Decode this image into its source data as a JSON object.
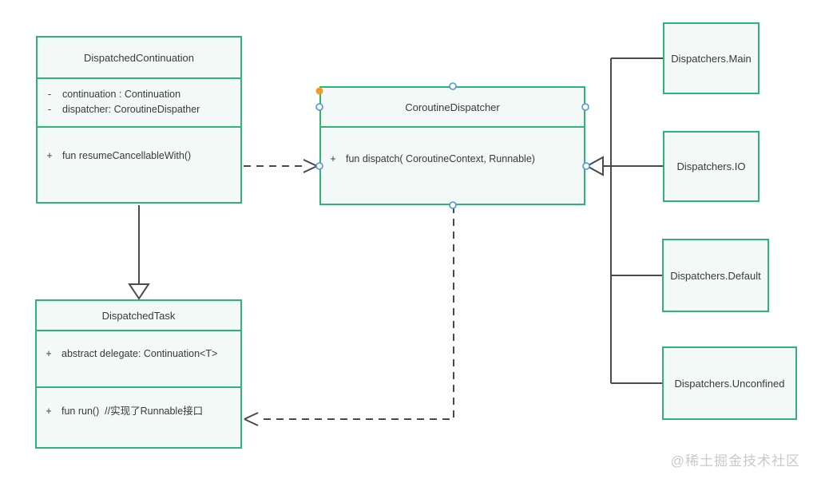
{
  "colors": {
    "box_border": "#2eb476",
    "box_fill": "#f2f9f6",
    "connector": "#4a4a4a",
    "selection_handle_ring": "#4f94d8",
    "selection_dot": "#f59a23",
    "text": "#3a3a3a",
    "watermark": "#c9c9c9",
    "background": "#ffffff"
  },
  "classes": {
    "dispatched_continuation": {
      "title": "DispatchedContinuation",
      "attributes": [
        {
          "visibility": "-",
          "text": "continuation : Continuation"
        },
        {
          "visibility": "-",
          "text": "dispatcher: CoroutineDispather"
        }
      ],
      "methods": [
        {
          "visibility": "+",
          "text": "fun resumeCancellableWith()"
        }
      ]
    },
    "coroutine_dispatcher": {
      "title": "CoroutineDispatcher",
      "methods": [
        {
          "visibility": "+",
          "text": "fun dispatch( CoroutineContext, Runnable)"
        }
      ]
    },
    "dispatched_task": {
      "title": "DispatchedTask",
      "attributes": [
        {
          "visibility": "+",
          "text": "abstract delegate: Continuation<T>"
        }
      ],
      "methods": [
        {
          "visibility": "+",
          "text": "fun run()  //实现了Runnable接口"
        }
      ]
    },
    "dispatchers_main": {
      "title": "Dispatchers.Main"
    },
    "dispatchers_io": {
      "title": "Dispatchers.IO"
    },
    "dispatchers_default": {
      "title": "Dispatchers.Default"
    },
    "dispatchers_unconfined": {
      "title": "Dispatchers.Unconfined"
    }
  },
  "relationships": [
    {
      "type": "dashed-dependency",
      "from": "DispatchedContinuation",
      "to": "CoroutineDispatcher"
    },
    {
      "type": "solid-generalization-hollow-triangle",
      "from": "DispatchedContinuation",
      "to": "DispatchedTask"
    },
    {
      "type": "dashed-dependency",
      "from": "CoroutineDispatcher",
      "to": "DispatchedTask"
    },
    {
      "type": "generalization-hollow-triangle",
      "from": "Dispatchers.Main",
      "to": "CoroutineDispatcher"
    },
    {
      "type": "generalization-hollow-triangle",
      "from": "Dispatchers.IO",
      "to": "CoroutineDispatcher"
    },
    {
      "type": "generalization-hollow-triangle",
      "from": "Dispatchers.Default",
      "to": "CoroutineDispatcher"
    },
    {
      "type": "generalization-hollow-triangle",
      "from": "Dispatchers.Unconfined",
      "to": "CoroutineDispatcher"
    }
  ],
  "watermark": "@稀土掘金技术社区"
}
